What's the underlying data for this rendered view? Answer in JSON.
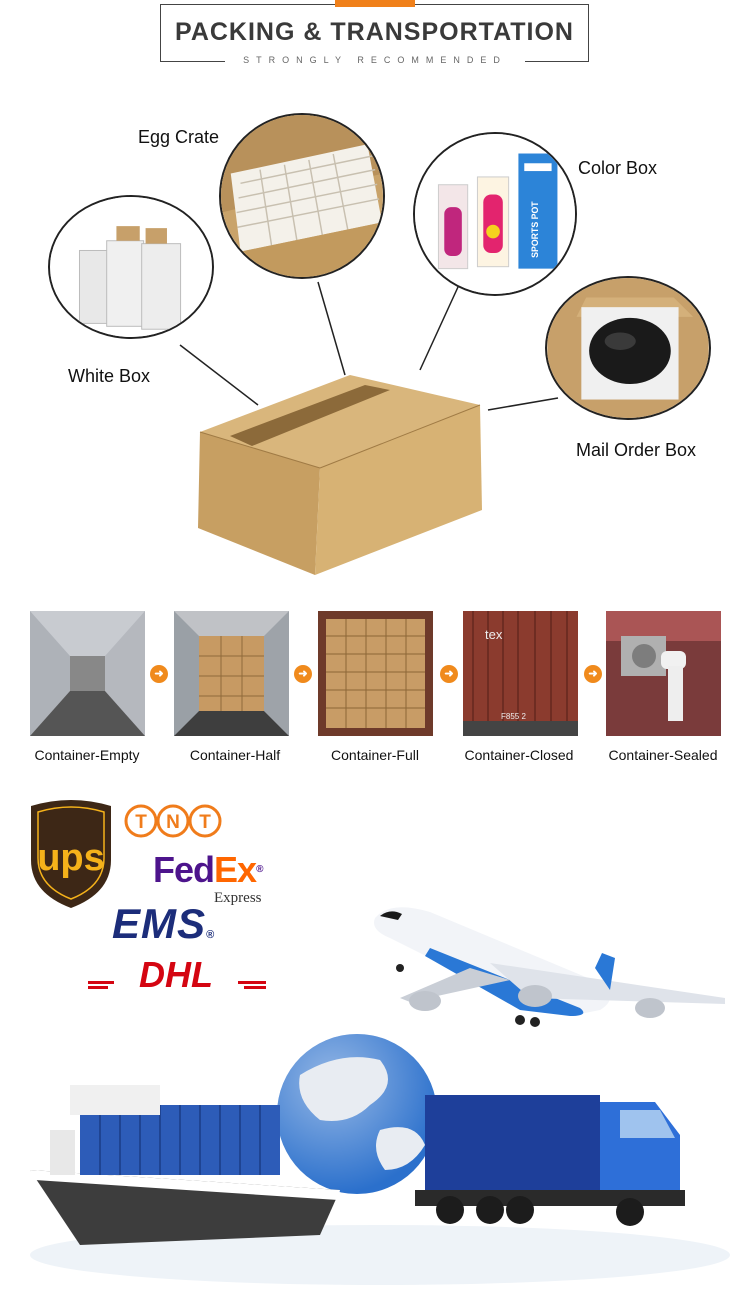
{
  "header": {
    "title": "PACKING & TRANSPORTATION",
    "subtitle": "STRONGLY RECOMMENDED"
  },
  "packaging": {
    "egg_crate": "Egg Crate",
    "color_box": "Color Box",
    "white_box": "White Box",
    "mail_order_box": "Mail Order Box",
    "color_box_print": "SPORTS POT"
  },
  "container_steps": [
    {
      "label": "Container-Empty"
    },
    {
      "label": "Container-Half"
    },
    {
      "label": "Container-Full"
    },
    {
      "label": "Container-Closed"
    },
    {
      "label": "Container-Sealed"
    }
  ],
  "container_print": {
    "brand": "tex",
    "code": "F855 2"
  },
  "carriers": {
    "ups": "ups",
    "tnt": [
      "T",
      "N",
      "T"
    ],
    "fedex_fed": "Fed",
    "fedex_ex": "Ex",
    "fedex_express": "Express",
    "ems": "EMS",
    "dhl": "DHL"
  },
  "colors": {
    "accent": "#f0801a",
    "cardboard": "#d4ac6e",
    "ups_brown": "#3d2716",
    "ups_gold": "#f5b21a",
    "tnt_orange": "#f07c1b",
    "fedex_purple": "#4d148c",
    "fedex_orange": "#ff6600",
    "ems_blue": "#1c2d7a",
    "dhl_red": "#d40511",
    "transport_blue": "#2a6fd6"
  }
}
